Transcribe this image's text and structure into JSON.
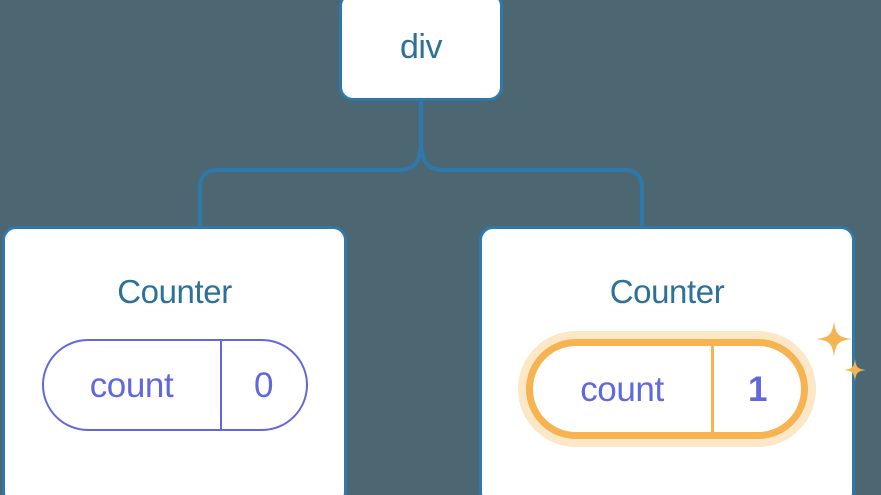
{
  "diagram": {
    "type": "component-tree",
    "background_color": "#4c6772",
    "node_border_color": "#2d79ab",
    "node_title_color": "#2d7098",
    "pill_color": "#6168de",
    "highlight_color": "#f5b351",
    "highlight_glow_color": "#fbdfb4",
    "connector_color": "#2d79ab",
    "root": {
      "label": "div"
    },
    "children": [
      {
        "label": "Counter",
        "state": {
          "key": "count",
          "value": "0"
        },
        "highlighted": false,
        "sparkles": false
      },
      {
        "label": "Counter",
        "state": {
          "key": "count",
          "value": "1"
        },
        "highlighted": true,
        "sparkles": true
      }
    ]
  }
}
